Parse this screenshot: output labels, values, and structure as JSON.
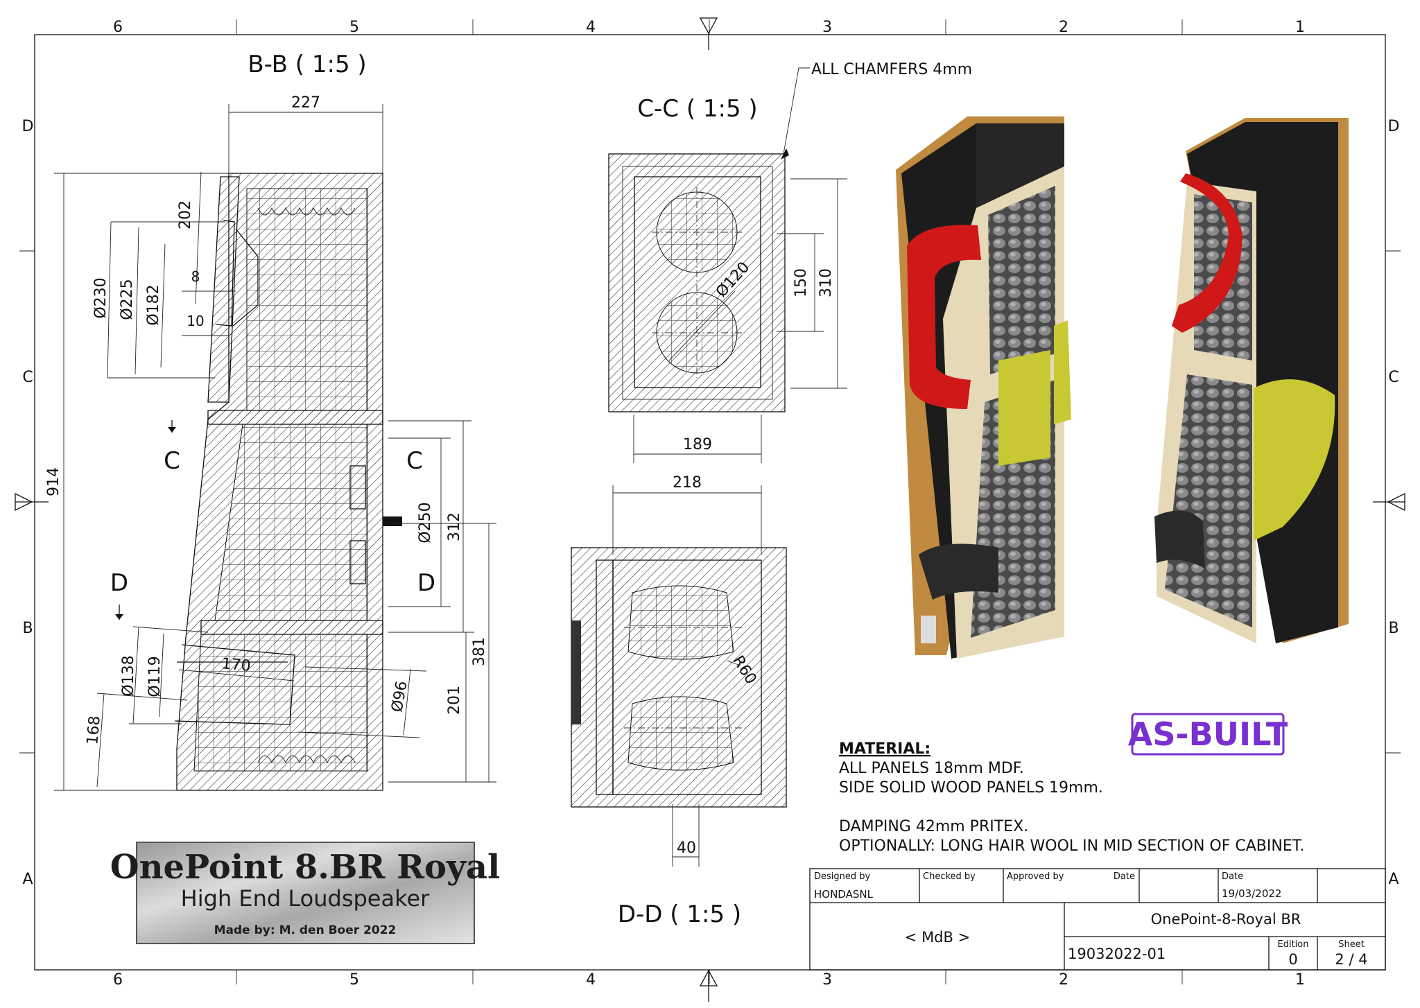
{
  "frame": {
    "columns_top": [
      "6",
      "5",
      "4",
      "3",
      "2",
      "1"
    ],
    "columns_bottom": [
      "6",
      "5",
      "4",
      "3",
      "2",
      "1"
    ],
    "rows_left": [
      "D",
      "C",
      "B",
      "A"
    ],
    "rows_right": [
      "D",
      "C",
      "B",
      "A"
    ]
  },
  "views": {
    "bb": {
      "title": "B-B ( 1:5 )",
      "dims": {
        "width_top": "227",
        "height_total": "914",
        "d202": "202",
        "d8": "8",
        "d10": "10",
        "dia230": "Ø230",
        "dia225": "Ø225",
        "dia182": "Ø182",
        "dia250": "Ø250",
        "d312": "312",
        "d381": "381",
        "d201": "201",
        "dia138": "Ø138",
        "dia119": "Ø119",
        "d170": "170",
        "dia96": "Ø96",
        "d168": "168"
      },
      "section_marks": {
        "c_left": "C",
        "c_right": "C",
        "d_left": "D",
        "d_right": "D"
      }
    },
    "cc": {
      "title": "C-C ( 1:5 )",
      "dims": {
        "dia120": "Ø120",
        "d150": "150",
        "d310": "310",
        "d189": "189"
      }
    },
    "dd": {
      "title": "D-D ( 1:5 )",
      "dims": {
        "d218": "218",
        "r60": "R60",
        "d40": "40"
      }
    }
  },
  "notes": {
    "chamfers": "ALL CHAMFERS 4mm",
    "material_heading": "MATERIAL:",
    "material_lines": [
      "ALL PANELS 18mm MDF.",
      "SIDE SOLID WOOD PANELS 19mm.",
      "",
      "DAMPING 42mm PRITEX.",
      "OPTIONALLY: LONG HAIR WOOL IN MID SECTION OF CABINET."
    ]
  },
  "stamp": {
    "text": "AS-BUILT",
    "color": "#7a2fd0"
  },
  "plate": {
    "line1": "OnePoint 8.BR Royal",
    "line2": "High End Loudspeaker",
    "line3": "Made by: M. den Boer 2022"
  },
  "title_block": {
    "designed_by_label": "Designed by",
    "designed_by": "HONDASNL",
    "checked_by_label": "Checked by",
    "approved_by_label": "Approved by",
    "date_label_1": "Date",
    "date_label_2": "Date",
    "date": "19/03/2022",
    "company": "< MdB >",
    "part_name": "OnePoint-8-Royal BR",
    "doc_number": "19032022-01",
    "edition_label": "Edition",
    "edition": "0",
    "sheet_label": "Sheet",
    "sheet": "2 / 4"
  },
  "colors": {
    "cabinet_black": "#1c1c1c",
    "wood": "#c08a40",
    "panel_beige": "#e6d9b8",
    "foam_gray": "#5a5a5a",
    "port_red": "#d01818",
    "crossover_yellow": "#c8c832"
  }
}
